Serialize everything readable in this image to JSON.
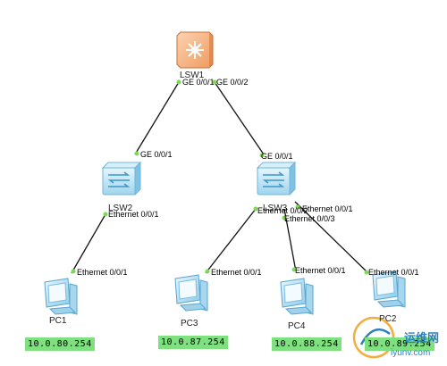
{
  "devices": {
    "lsw1": {
      "name": "LSW1",
      "type": "core-switch"
    },
    "lsw2": {
      "name": "LSW2",
      "type": "switch"
    },
    "lsw3": {
      "name": "LSW3",
      "type": "switch"
    },
    "pc1": {
      "name": "PC1",
      "ip": "10.0.80.254"
    },
    "pc2": {
      "name": "PC2",
      "ip": "10.0.89.254"
    },
    "pc3": {
      "name": "PC3",
      "ip": "10.0.87.254"
    },
    "pc4": {
      "name": "PC4",
      "ip": "10.0.88.254"
    }
  },
  "links": [
    {
      "from": "lsw1",
      "from_port": "GE 0/0/1",
      "to": "lsw2",
      "to_port": "GE 0/0/1"
    },
    {
      "from": "lsw1",
      "from_port": "GE 0/0/2",
      "to": "lsw3",
      "to_port": "GE 0/0/1"
    },
    {
      "from": "lsw2",
      "from_port": "Ethernet 0/0/1",
      "to": "pc1",
      "to_port": "Ethernet 0/0/1"
    },
    {
      "from": "lsw3",
      "from_port": "Ethernet 0/0/2",
      "to": "pc3",
      "to_port": "Ethernet 0/0/1"
    },
    {
      "from": "lsw3",
      "from_port": "Ethernet 0/0/3",
      "to": "pc4",
      "to_port": "Ethernet 0/0/1"
    },
    {
      "from": "lsw3",
      "from_port": "Ethernet 0/0/1",
      "to": "pc2",
      "to_port": "Ethernet 0/0/1"
    }
  ],
  "colors": {
    "link": "#111111",
    "port_dot": "#7ed957",
    "ip_bg": "#7ee07e",
    "switch": "#bfe6f7",
    "core_switch": "#f5a870"
  },
  "watermark": {
    "text_cn": "运维网",
    "text_en": "iyunv.com",
    "icon": "watermark-logo-icon"
  }
}
